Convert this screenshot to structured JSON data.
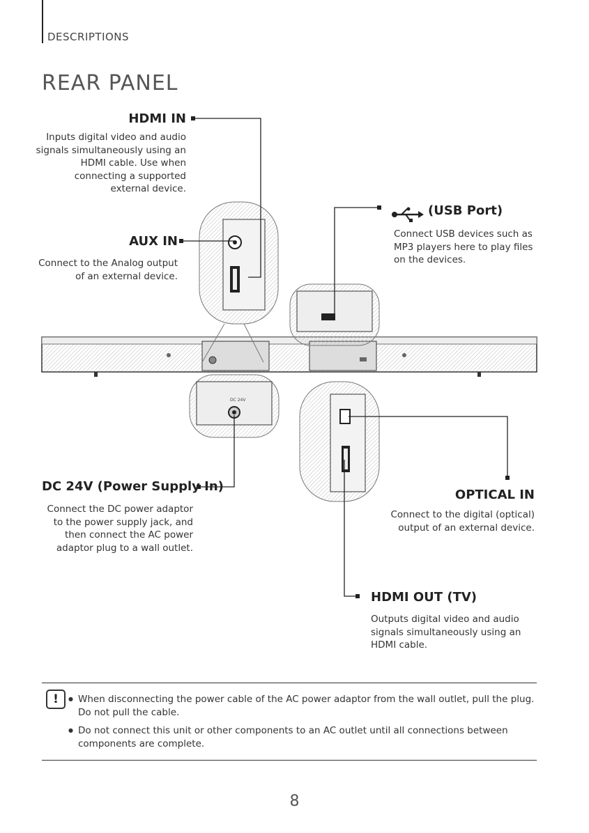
{
  "header": {
    "section": "DESCRIPTIONS",
    "title": "REAR PANEL"
  },
  "ports": {
    "hdmi_in": {
      "label": "HDMI IN",
      "desc": [
        "Inputs digital video and audio",
        "signals simultaneously using an",
        "HDMI cable. Use when",
        "connecting a supported",
        "external device."
      ]
    },
    "aux_in": {
      "label": "AUX IN",
      "desc": [
        "Connect to the Analog output",
        "of an external device."
      ]
    },
    "usb": {
      "label": "(USB Port)",
      "desc": [
        "Connect USB devices such as",
        "MP3 players here to play files",
        "on the devices."
      ]
    },
    "dc": {
      "label": "DC 24V (Power Supply In)",
      "desc": [
        "Connect the DC power adaptor",
        "to the power supply jack, and",
        "then connect the AC power",
        "adaptor plug to a wall outlet."
      ]
    },
    "optical": {
      "label": "OPTICAL IN",
      "desc": [
        "Connect to the digital (optical)",
        "output of an external device."
      ]
    },
    "hdmi_out": {
      "label": "HDMI OUT (TV)",
      "desc": [
        "Outputs digital video and audio",
        "signals simultaneously using an",
        "HDMI cable."
      ]
    }
  },
  "diagram": {
    "dc_marking": "DC 24V"
  },
  "notes": {
    "icon": "!",
    "items": [
      [
        "When disconnecting the power cable of the AC power adaptor from the wall outlet, pull the plug.",
        "Do not pull the cable."
      ],
      [
        "Do not connect this unit or other components to an AC outlet until all connections between",
        "components are complete."
      ]
    ]
  },
  "page_number": "8"
}
